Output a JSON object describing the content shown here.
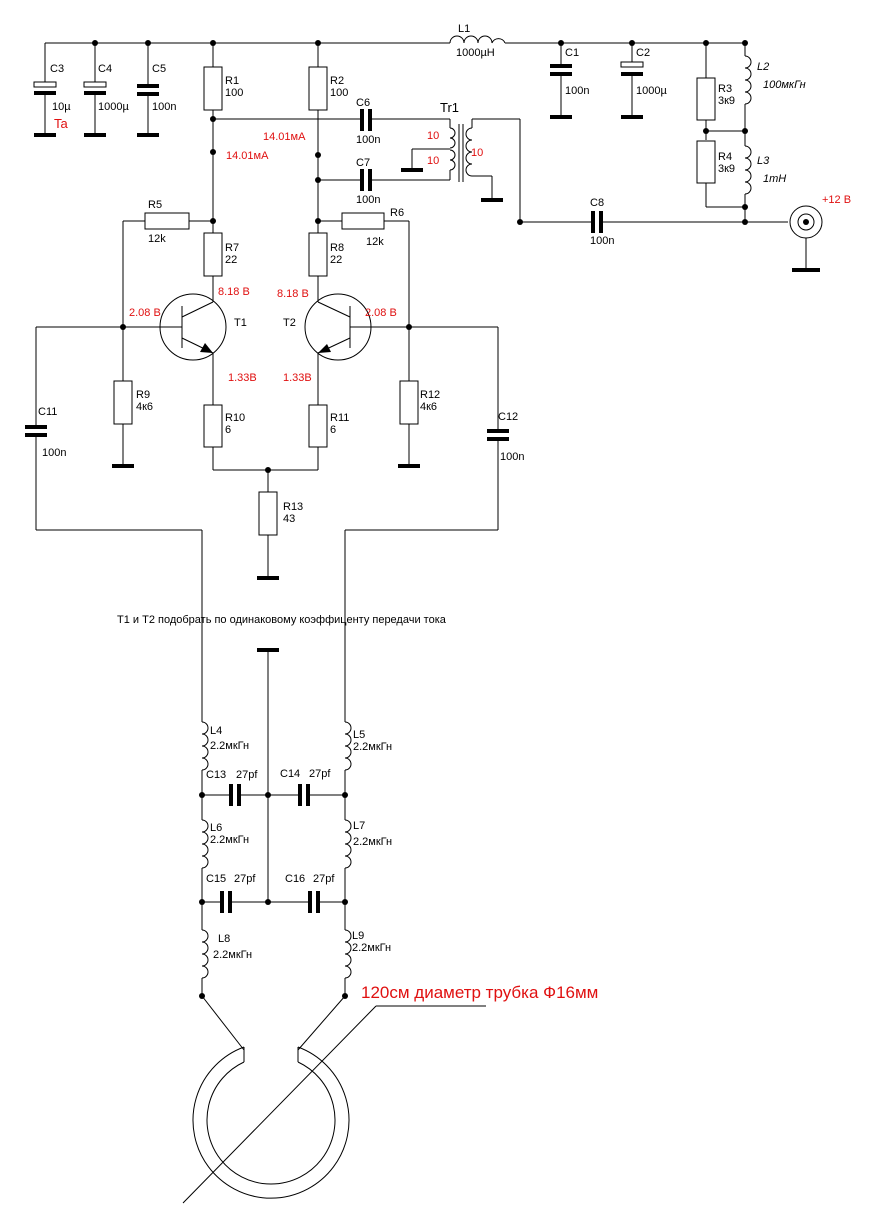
{
  "labels": {
    "C3": "C3",
    "C3v": "10µ",
    "Ta": "Ta",
    "C4": "C4",
    "C4v": "1000µ",
    "C5": "C5",
    "C5v": "100n",
    "R1": "R1",
    "R1v": "100",
    "R2": "R2",
    "R2v": "100",
    "L1": "L1",
    "L1v": "1000µH",
    "C1": "C1",
    "C1v": "100n",
    "C2": "C2",
    "C2v": "1000µ",
    "L2": "L2",
    "L2v": "100мкГн",
    "R3": "R3",
    "R3v": "3к9",
    "R4": "R4",
    "R4v": "3к9",
    "L3": "L3",
    "L3v": "1mH",
    "plus12": "+12 В",
    "C6": "C6",
    "C6v": "100n",
    "C7": "C7",
    "C7v": "100n",
    "Tr1": "Tr1",
    "Tr1a": "10",
    "Tr1b": "10",
    "Tr1c": "10",
    "C8": "C8",
    "C8v": "100n",
    "I1": "14.01мА",
    "I2": "14.01мА",
    "R5": "R5",
    "R5v": "12k",
    "R6": "R6",
    "R6v": "12k",
    "R7": "R7",
    "R7v": "22",
    "R8": "R8",
    "R8v": "22",
    "V1c": "8.18 В",
    "V2c": "8.18 В",
    "V1b": "2.08 В",
    "V2b": "2.08 В",
    "V1e": "1.33В",
    "V2e": "1.33В",
    "T1": "T1",
    "T2": "T2",
    "R9": "R9",
    "R9v": "4к6",
    "R12": "R12",
    "R12v": "4к6",
    "R10": "R10",
    "R10v": "6",
    "R11": "R11",
    "R11v": "6",
    "C11": "C11",
    "C11v": "100n",
    "C12": "C12",
    "C12v": "100n",
    "R13": "R13",
    "R13v": "43",
    "note": "T1 и T2 подобрать по одинаковому коэффиценту передачи тока",
    "L4": "L4",
    "L4v": "2.2мкГн",
    "L5": "L5",
    "L5v": "2.2мкГн",
    "C13": "C13",
    "C13v": "27pf",
    "C14": "C14",
    "C14v": "27pf",
    "L6": "L6",
    "L6v": "2.2мкГн",
    "L7": "L7",
    "L7v": "2.2мкГн",
    "C15": "C15",
    "C15v": "27pf",
    "C16": "C16",
    "C16v": "27pf",
    "L8": "L8",
    "L8v": "2.2мкГн",
    "L9": "L9",
    "L9v": "2.2мкГн",
    "loop": "120см диаметр трубка Ф16мм"
  },
  "colors": {
    "wire": "#000000",
    "annotation": "#e01010"
  }
}
